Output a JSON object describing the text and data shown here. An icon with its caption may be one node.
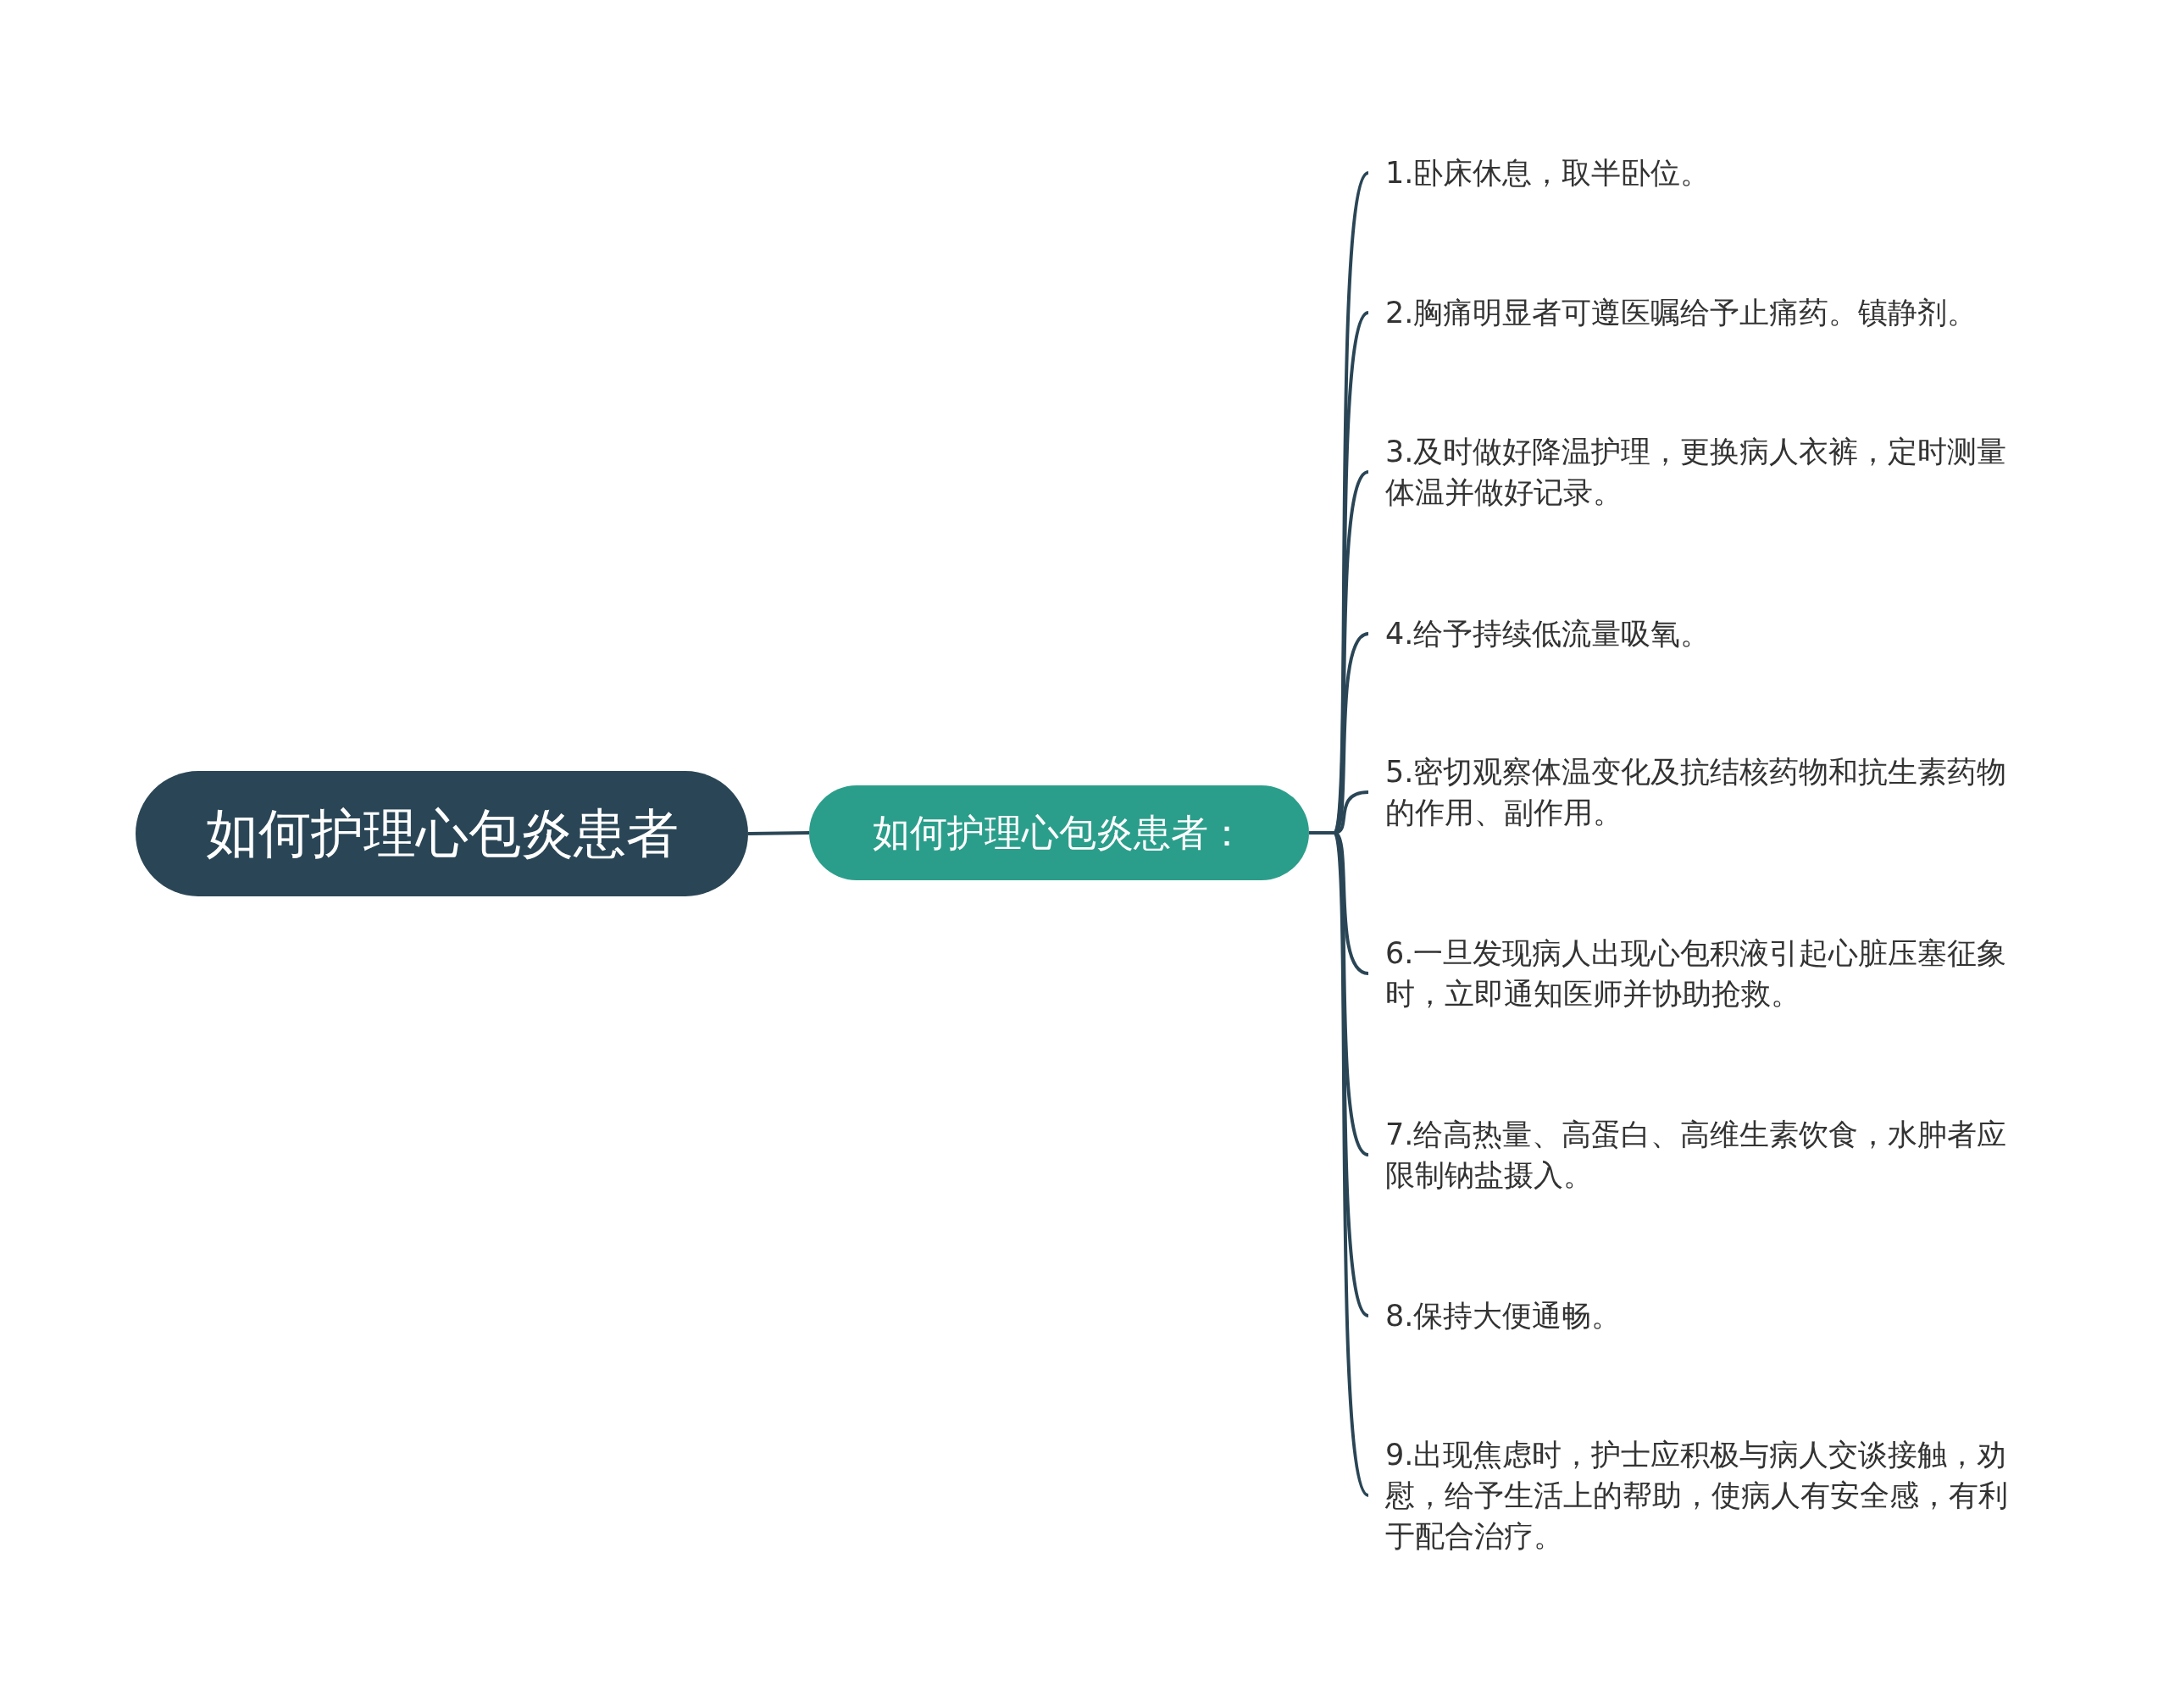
{
  "diagram": {
    "nodes": [
      {
        "text": [
          "如何护理心包炎患者"
        ]
      },
      {
        "text": [
          "如何护理心包炎患者："
        ]
      },
      {
        "text": [
          "1.卧床休息，取半卧位。"
        ]
      },
      {
        "text": [
          "2.胸痛明显者可遵医嘱给予止痛药。镇静剂。"
        ]
      },
      {
        "text": [
          "3.及时做好降温护理，更换病人衣裤，定时测量体温并做好记录。"
        ]
      },
      {
        "text": [
          "4.给予持续低流量吸氧。"
        ]
      },
      {
        "text": [
          "5.密切观察体温变化及抗结核药物和抗生素药物的作用、副作用。"
        ]
      },
      {
        "text": [
          "6.一旦发现病人出现心包积液引起心脏压塞征象时，立即通知医师并协助抢救。"
        ]
      },
      {
        "text": [
          "7.给高热量、高蛋白、高维生素饮食，水肿者应限制钠盐摄入。"
        ]
      },
      {
        "text": [
          "8.保持大便通畅。"
        ]
      },
      {
        "text": [
          "9.出现焦虑时，护士应积极与病人交谈接触，劝慰，给予生活上的帮助，使病人有安全感，有利于配合治疗。"
        ]
      }
    ],
    "edges": [
      {
        "from": 0,
        "to": 1,
        "arrow": "none"
      },
      {
        "from": 1,
        "to": 2,
        "arrow": "none"
      },
      {
        "from": 1,
        "to": 3,
        "arrow": "none"
      },
      {
        "from": 1,
        "to": 4,
        "arrow": "none"
      },
      {
        "from": 1,
        "to": 5,
        "arrow": "none"
      },
      {
        "from": 1,
        "to": 6,
        "arrow": "none"
      },
      {
        "from": 1,
        "to": 7,
        "arrow": "none"
      },
      {
        "from": 1,
        "to": 8,
        "arrow": "none"
      },
      {
        "from": 1,
        "to": 9,
        "arrow": "none"
      },
      {
        "from": 1,
        "to": 10,
        "arrow": "none"
      }
    ]
  }
}
